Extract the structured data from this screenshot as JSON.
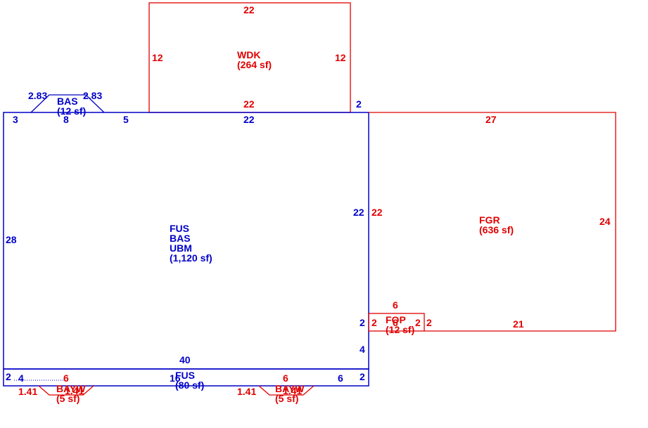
{
  "colors": {
    "blue": "#0000c8",
    "red": "#e00000"
  },
  "areas": {
    "wdk": {
      "name": "WDK",
      "size": "(264 sf)"
    },
    "main": {
      "line1": "FUS",
      "line2": "BAS",
      "line3": "UBM",
      "size": "(1,120 sf)"
    },
    "fgr": {
      "name": "FGR",
      "size": "(636 sf)"
    },
    "bas_bay": {
      "name": "BAS",
      "size": "(12 sf)"
    },
    "fop": {
      "name": "FOP",
      "size": "(12 sf)"
    },
    "fus_strip": {
      "name": "FUS",
      "size": "(80 sf)"
    },
    "bayw_left": {
      "name": "BAYW",
      "size": "(5 sf)"
    },
    "bayw_right": {
      "name": "BAYW",
      "size": "(5 sf)"
    }
  },
  "dims": {
    "wdk_top": "22",
    "wdk_left": "12",
    "wdk_right": "12",
    "wdk_bottom": "22",
    "wdk_corner": "2",
    "bay_left": "2.83",
    "bay_right": "2.83",
    "main_top_3": "3",
    "main_top_8": "8",
    "main_top_5": "5",
    "main_top_22": "22",
    "main_left": "28",
    "main_right": "22",
    "main_bottom": "40",
    "main_right_2": "2",
    "main_right_4": "4",
    "fgr_top": "27",
    "fgr_left": "22",
    "fgr_right": "24",
    "fgr_bottom": "21",
    "fop_top": "6",
    "fop_left": "2",
    "fop_right": "2",
    "fop_inner": "6",
    "fop_inner2": "2",
    "strip_left": "2",
    "strip_4": "4",
    "strip_16": "16",
    "strip_6": "6",
    "strip_right": "2",
    "bayw_l_6": "6",
    "bayw_l_141": "1.41",
    "bayw_l_141b": "1.41",
    "bayw_r_6": "6",
    "bayw_r_141": "1.41",
    "bayw_r_141b": "1.41"
  }
}
